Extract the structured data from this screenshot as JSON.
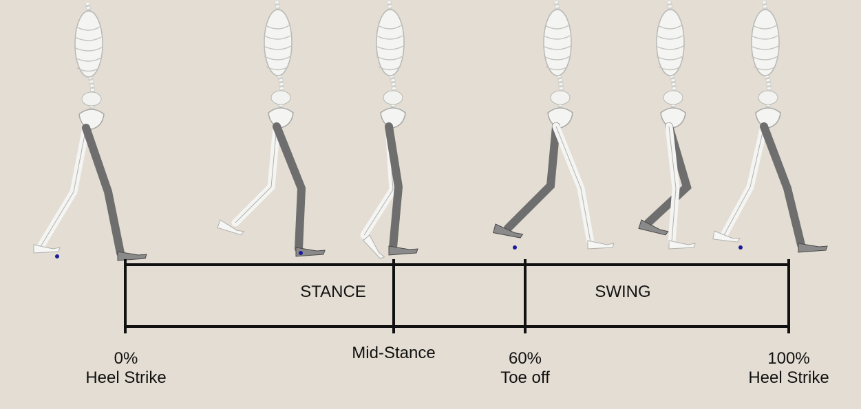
{
  "diagram": {
    "phases": [
      {
        "label": "STANCE"
      },
      {
        "label": "SWING"
      }
    ],
    "markers": [
      {
        "percent": "0%",
        "event": "Heel Strike"
      },
      {
        "percent": "",
        "event": "Mid-Stance"
      },
      {
        "percent": "60%",
        "event": "Toe off"
      },
      {
        "percent": "100%",
        "event": "Heel Strike"
      }
    ]
  },
  "colors": {
    "background": "#e4ddd3",
    "bone_light": "#f4f4f2",
    "bone_dark": "#6e6e6e",
    "line": "#111111",
    "marker_blue": "#1a1a9a"
  }
}
